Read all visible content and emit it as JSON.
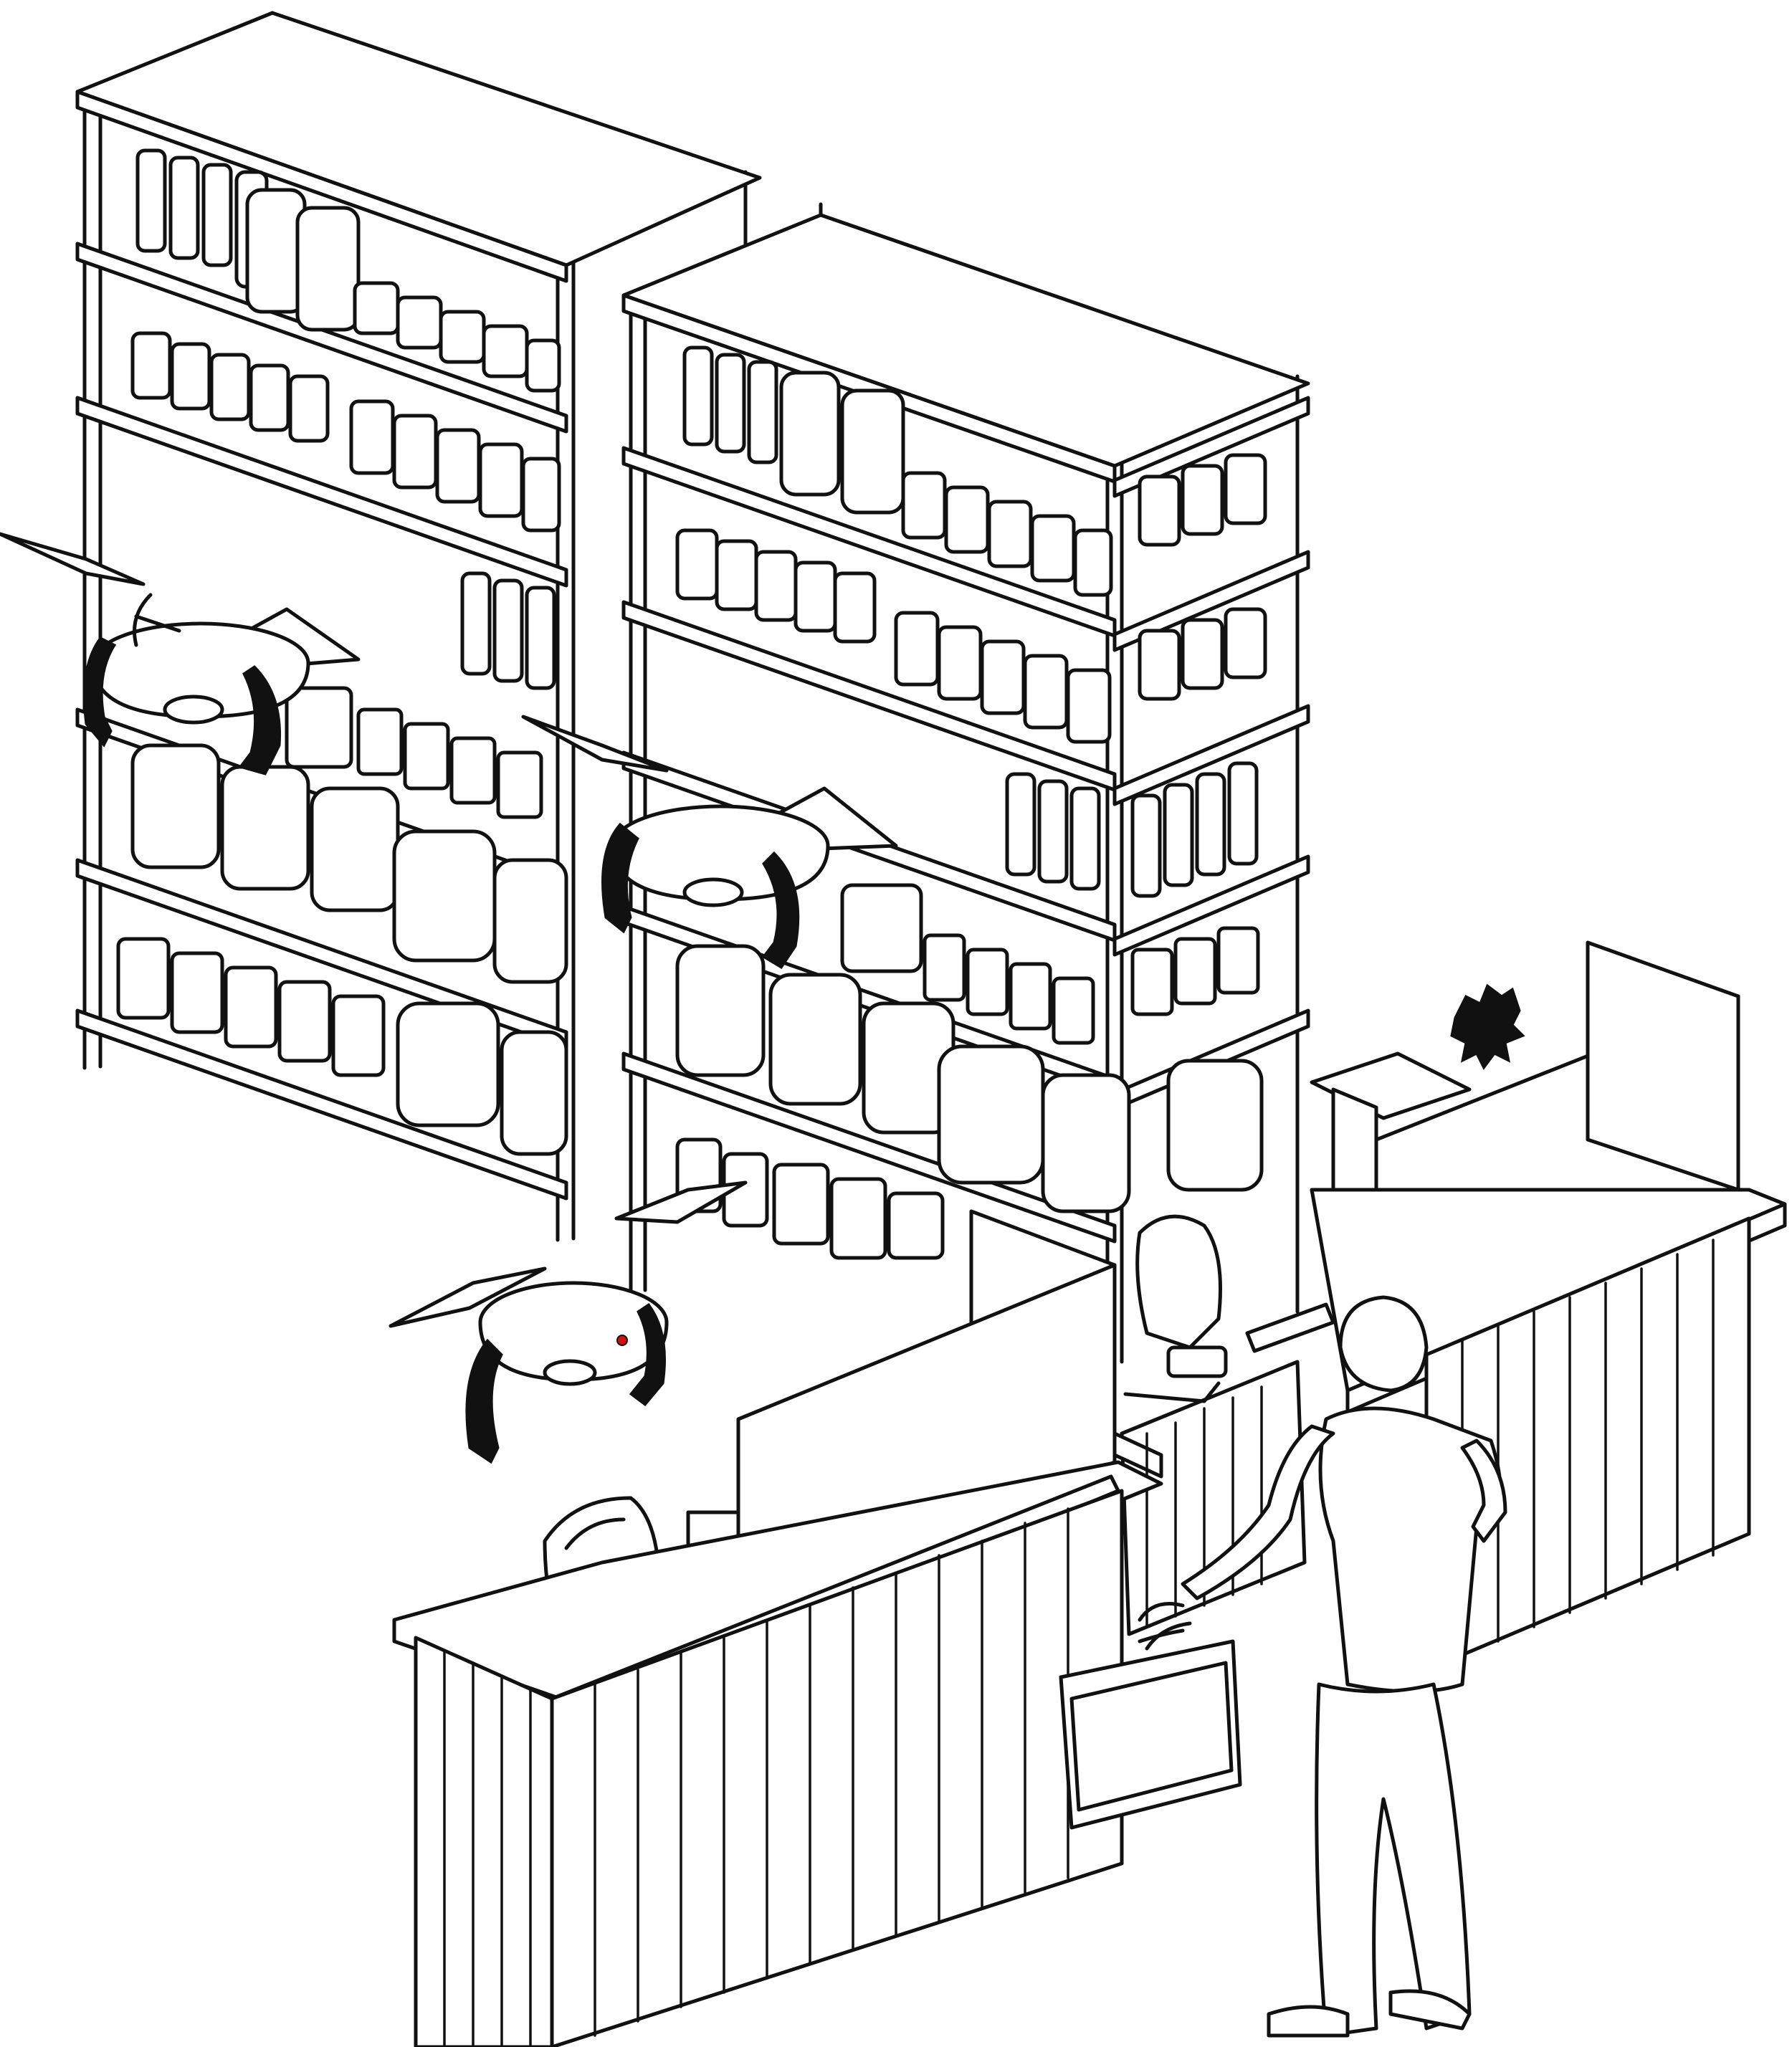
{
  "scene": {
    "background": "#ffffff",
    "line_color": "#111111",
    "indicator_color": "#d01010",
    "objects": {
      "shelf_units": [
        "left-shelving-unit",
        "right-shelving-unit"
      ],
      "drones": [
        "drone-upper-left",
        "drone-middle",
        "drone-lower-front"
      ],
      "furniture": [
        "front-reception-counter",
        "back-counter",
        "office-chair-front",
        "office-chair-back",
        "partition-panels"
      ],
      "person": "pharmacist-figure",
      "held_item": "briefcase-case",
      "plant": "potted-plant"
    }
  }
}
